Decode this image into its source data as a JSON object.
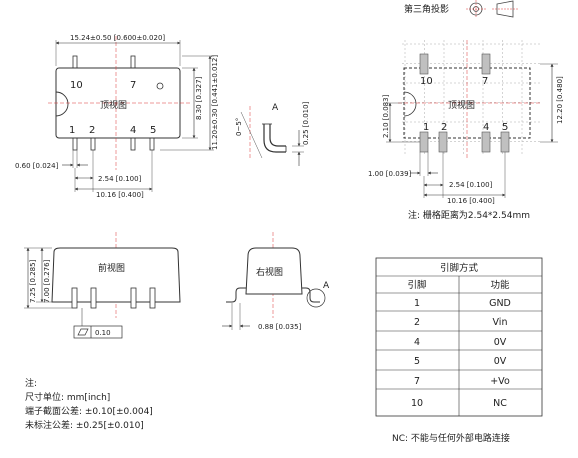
{
  "projection_label": "第三角投影",
  "top_view": {
    "label": "顶视图",
    "pin_labels": [
      "10",
      "7",
      "1",
      "2",
      "4",
      "5"
    ],
    "dims": {
      "width": "15.24±0.50 [0.600±0.020]",
      "body_height": "8.30 [0.327]",
      "overall_height": "11.20±0.30 [0.441±0.012]",
      "pin_width": "0.60 [0.024]",
      "pitch": "2.54 [0.100]",
      "span": "10.16 [0.400]"
    }
  },
  "detail_a": {
    "label": "A",
    "angle": "0~5°",
    "thickness": "0.25 [0.010]"
  },
  "pcb_view": {
    "label": "顶视图",
    "pin_labels": [
      "10",
      "7",
      "1",
      "2",
      "4",
      "5"
    ],
    "dims": {
      "row_offset": "2.10 [0.083]",
      "row_span": "12.20 [0.480]",
      "pad_width": "1.00 [0.039]",
      "pitch": "2.54 [0.100]",
      "span": "10.16 [0.400]"
    },
    "grid_note": "注: 栅格距离为2.54*2.54mm"
  },
  "front_view": {
    "label": "前视图",
    "dims": {
      "height": "7.25 [0.285]",
      "body_height": "7.00 [0.276]",
      "flatness": "0.10"
    }
  },
  "right_view": {
    "label": "右视图",
    "marker": "A",
    "dims": {
      "foot": "0.88 [0.035]"
    }
  },
  "notes": {
    "title": "注:",
    "lines": [
      "尺寸单位: mm[inch]",
      "端子截面公差: ±0.10[±0.004]",
      "未标注公差: ±0.25[±0.010]"
    ]
  },
  "pin_table": {
    "title": "引脚方式",
    "headers": [
      "引脚",
      "功能"
    ],
    "rows": [
      {
        "pin": "1",
        "func": "GND"
      },
      {
        "pin": "2",
        "func": "Vin"
      },
      {
        "pin": "4",
        "func": "0V"
      },
      {
        "pin": "5",
        "func": "0V"
      },
      {
        "pin": "7",
        "func": "+Vo"
      },
      {
        "pin": "10",
        "func": "NC"
      }
    ],
    "footnote": "NC: 不能与任何外部电路连接"
  }
}
